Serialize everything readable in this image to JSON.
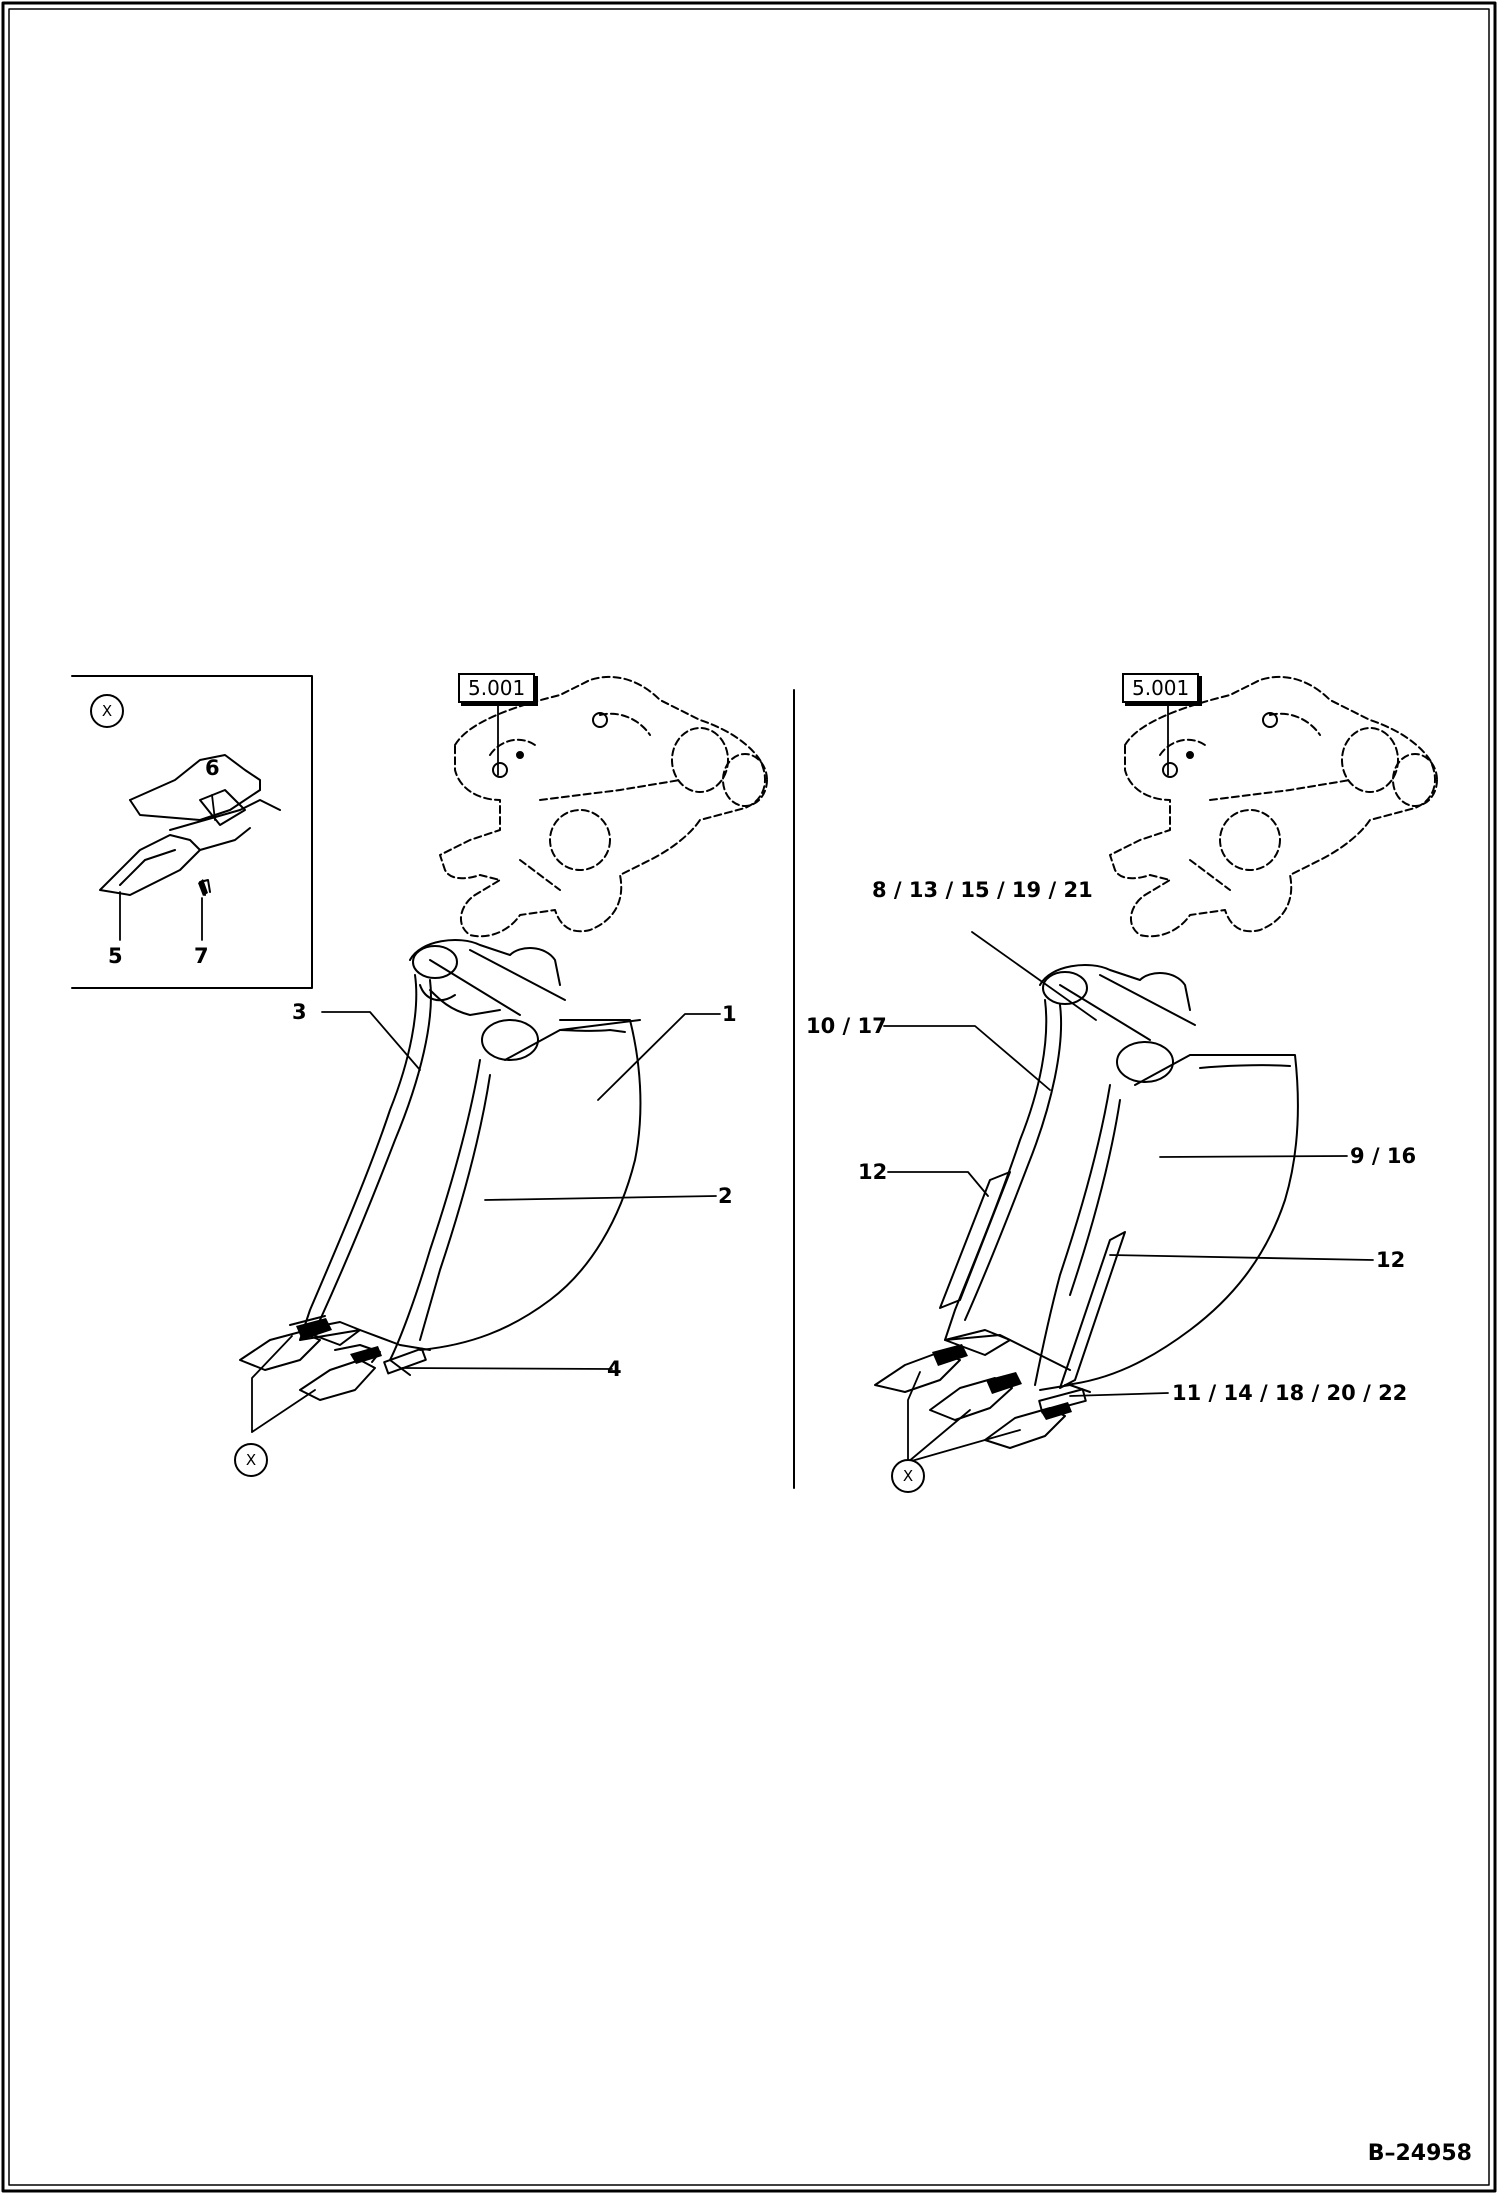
{
  "figure_id": "B–24958",
  "ref_box_left": "5.001",
  "ref_box_right": "5.001",
  "detail_marker": "X",
  "callouts_left": {
    "c1": "1",
    "c2": "2",
    "c3": "3",
    "c4": "4",
    "c5": "5",
    "c6": "6",
    "c7": "7"
  },
  "callouts_right": {
    "c8": "8 / 13 / 15 / 19 / 21",
    "c9": "9 / 16",
    "c10": "10 / 17",
    "c11": "11 / 14 / 18 / 20 / 22",
    "c12a": "12",
    "c12b": "12"
  }
}
